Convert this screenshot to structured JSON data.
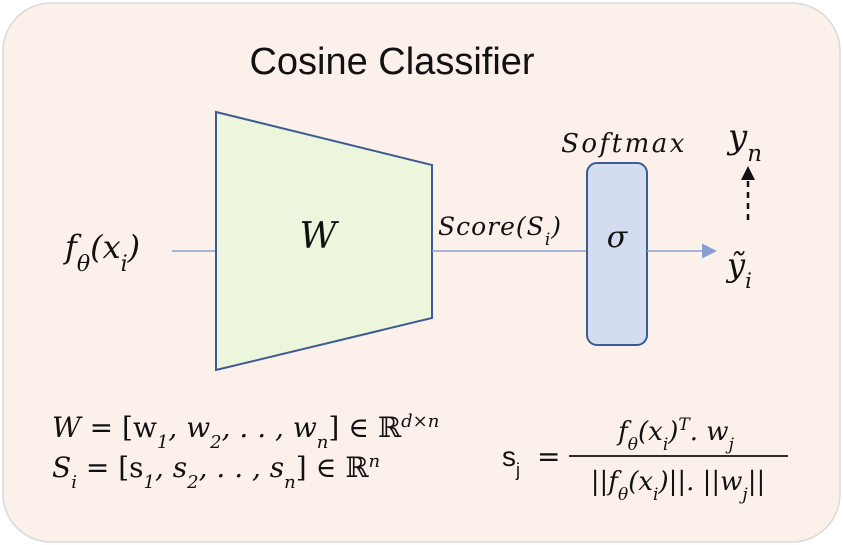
{
  "title": "Cosine Classifier",
  "input_label": {
    "base": "f",
    "sub": "θ",
    "arg_open": "(x",
    "arg_sub": "i",
    "arg_close": ")"
  },
  "layer_label": "W",
  "score_label": {
    "base": "Score(S",
    "sub": "i",
    "close": ")"
  },
  "softmax_label": "Softmax",
  "sigma_label": "σ",
  "target_label": {
    "base": "y",
    "sub": "n"
  },
  "pred_label": {
    "base": "ỹ",
    "sub": "i"
  },
  "equation_w": {
    "lhs": "W",
    "rhs_a": " = [w",
    "s1": "1",
    "rhs_b": ", w",
    "s2": "2",
    "rhs_c": ", . . , w",
    "sn": "n",
    "rhs_d": "] ∈ ℝ",
    "sup": "d×n"
  },
  "equation_s": {
    "lhs": "S",
    "lhs_sub": "i",
    "rhs_a": "  = [s",
    "s1": "1",
    "rhs_b": ", s",
    "s2": "2",
    "rhs_c": ", . . , s",
    "sn": "n",
    "rhs_d": "] ∈ ℝ",
    "sup": "n"
  },
  "equation_cos": {
    "lhs": "s",
    "lhs_sub": "j",
    "eq": "=",
    "num_a": "f",
    "num_sub1": "θ",
    "num_b": "(x",
    "num_sub2": "i",
    "num_c": ")",
    "num_sup": "T",
    "num_d": ". w",
    "num_sub3": "j",
    "den_a": "||f",
    "den_sub1": "θ",
    "den_b": "(x",
    "den_sub2": "i",
    "den_c": ")||. ||w",
    "den_sub3": "j",
    "den_d": "||"
  },
  "colors": {
    "panel_bg": "#fcf1ea",
    "panel_border": "#d9d9d9",
    "trapezoid_fill": "#ebf6dd",
    "trapezoid_stroke": "#3d5a93",
    "softmax_fill": "#d4ddf0",
    "softmax_stroke": "#3d5a93",
    "arrow": "#8a9fd0",
    "text": "#111111"
  }
}
